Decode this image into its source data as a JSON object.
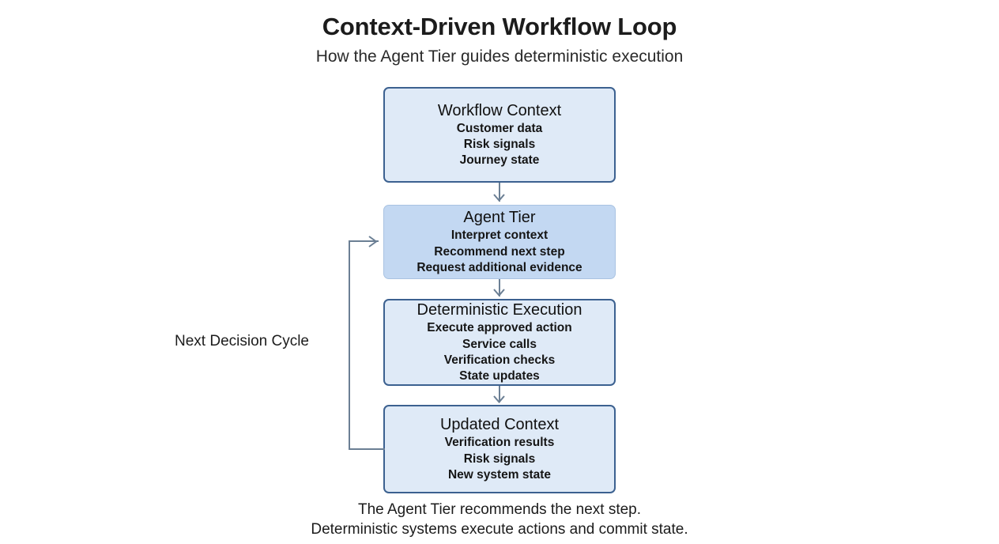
{
  "header": {
    "title": "Context-Driven Workflow Loop",
    "subtitle": "How the Agent Tier guides deterministic execution"
  },
  "colors": {
    "background": "#ffffff",
    "node_fill": "#dfeaf7",
    "node_border": "#3c6190",
    "accent_fill": "#c3d8f2",
    "accent_border": "#a9c3e2",
    "connector": "#6b7f94",
    "text": "#1a1a1a"
  },
  "diagram": {
    "type": "flowchart-loop",
    "nodes": [
      {
        "id": "workflow-context",
        "title": "Workflow Context",
        "lines": [
          "Customer data",
          "Risk signals",
          "Journey state"
        ],
        "highlighted": false
      },
      {
        "id": "agent-tier",
        "title": "Agent Tier",
        "lines": [
          "Interpret context",
          "Recommend next step",
          "Request additional evidence"
        ],
        "highlighted": true
      },
      {
        "id": "deterministic-execution",
        "title": "Deterministic Execution",
        "lines": [
          "Execute approved action",
          "Service calls",
          "Verification checks",
          "State updates"
        ],
        "highlighted": false
      },
      {
        "id": "updated-context",
        "title": "Updated Context",
        "lines": [
          "Verification results",
          "Risk signals",
          "New system state"
        ],
        "highlighted": false
      }
    ],
    "edges": [
      {
        "from": "workflow-context",
        "to": "agent-tier",
        "label": ""
      },
      {
        "from": "agent-tier",
        "to": "deterministic-execution",
        "label": ""
      },
      {
        "from": "deterministic-execution",
        "to": "updated-context",
        "label": ""
      },
      {
        "from": "updated-context",
        "to": "agent-tier",
        "label": "Next Decision Cycle"
      }
    ],
    "loop_label": "Next Decision Cycle"
  },
  "caption": {
    "line1": "The Agent Tier recommends the next step.",
    "line2": "Deterministic systems execute actions and commit state."
  }
}
